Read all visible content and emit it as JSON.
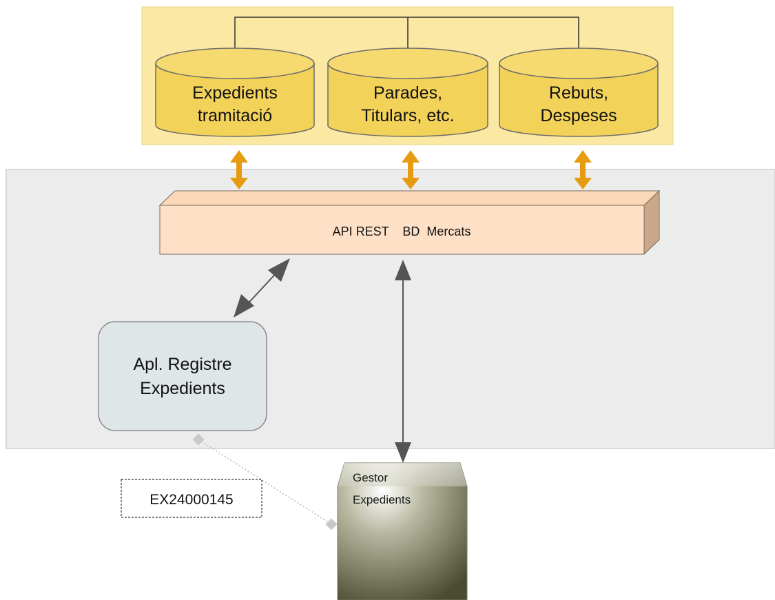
{
  "databases": [
    {
      "line1": "Expedients",
      "line2": "tramitació"
    },
    {
      "line1": "Parades,",
      "line2": "Titulars, etc."
    },
    {
      "line1": "Rebuts,",
      "line2": "Despeses"
    }
  ],
  "api": {
    "label": "API REST    BD  Mercats"
  },
  "app": {
    "line1": "Apl. Registre",
    "line2": "Expedients"
  },
  "gestor": {
    "line1": "Gestor",
    "line2": "Expedients"
  },
  "tag": {
    "label": "EX24000145"
  },
  "colors": {
    "db_zone": "#fbe8a2",
    "db_fill": "#f3d25a",
    "db_stroke": "#6b6b6b",
    "api_zone": "#ececec",
    "api_front": "#fde0c6",
    "api_top": "#fbd8b8",
    "api_side": "#c9a88a",
    "app_fill": "#dfe6e7",
    "orange_arrow": "#e69b11",
    "gray_arrow": "#555555",
    "gestor_dark": "#4b4b32",
    "gestor_light": "#ffffff"
  }
}
